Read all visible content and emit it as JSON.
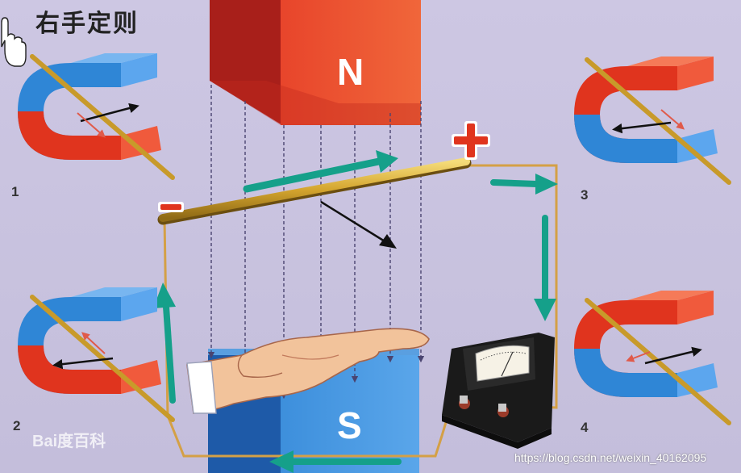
{
  "title": "右手定则",
  "poles": {
    "north": "N",
    "south": "S"
  },
  "terminals": {
    "negative": "−",
    "positive": "+"
  },
  "panel_numbers": [
    "1",
    "2",
    "3",
    "4"
  ],
  "watermark": "Bai度百科",
  "credit": "https://blog.csdn.net/weixin_40162095",
  "colors": {
    "magnet_red": "#e0341e",
    "magnet_blue": "#2f86d6",
    "current_arrow": "#15a08a",
    "wire_gold": "#d8b23a",
    "background": "#c9c3df"
  },
  "icons": [
    "hand-cursor-icon",
    "galvanometer-icon",
    "right-hand-icon"
  ]
}
